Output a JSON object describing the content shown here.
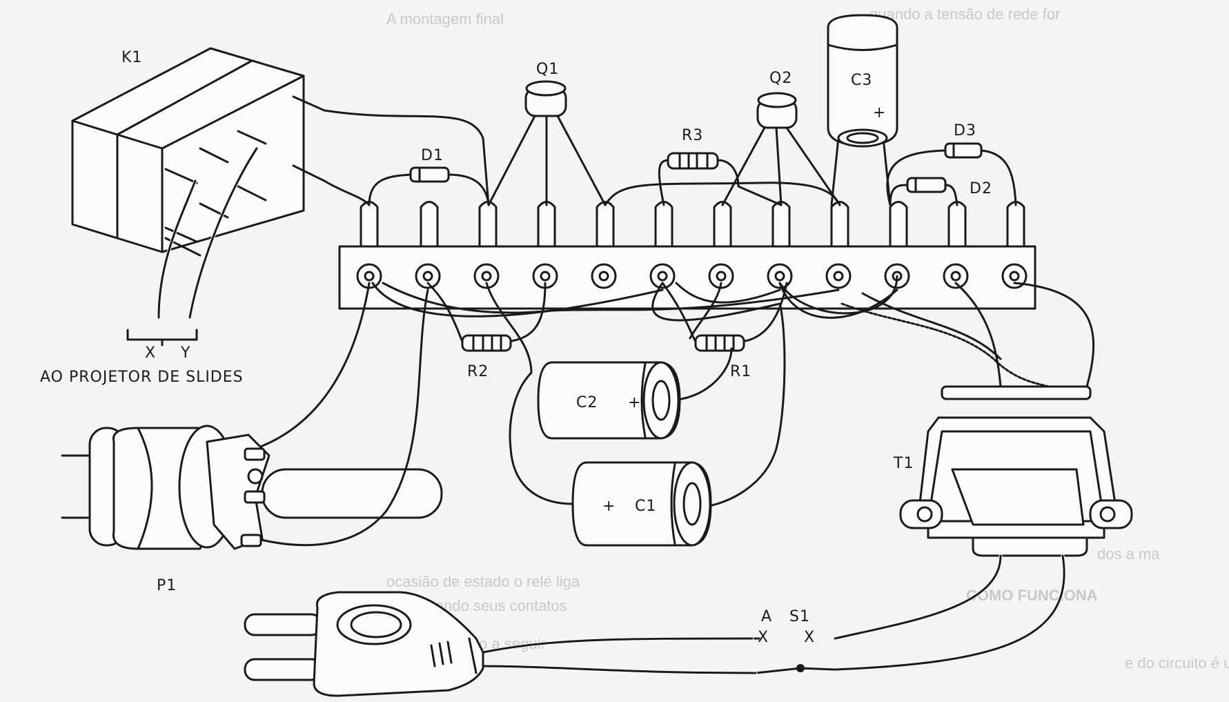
{
  "labels": {
    "k1": "K1",
    "q1": "Q1",
    "q2": "Q2",
    "c3": "C3",
    "c3_plus": "+",
    "d1": "D1",
    "d2": "D2",
    "d3": "D3",
    "r1": "R1",
    "r2": "R2",
    "r3": "R3",
    "c1": "C1",
    "c1_plus": "+",
    "c2": "C2",
    "c2_plus": "+",
    "t1": "T1",
    "p1": "P1",
    "s1": "S1",
    "x": "X",
    "y": "Y",
    "a": "A",
    "s1_x1": "X",
    "s1_x2": "X",
    "projector_caption": "AO PROJETOR DE SLIDES"
  },
  "background_text": {
    "line1": "quando a tensão de rede for",
    "line2": "COMO FUNCIONA",
    "line3": "dos a ma",
    "line4": "e do circuito é um multivibr",
    "line5": "ocasião de estado o relé liga",
    "line6": "co fechando seus contatos",
    "line7": "vados logo a seguir",
    "line8": "A montagem final"
  }
}
